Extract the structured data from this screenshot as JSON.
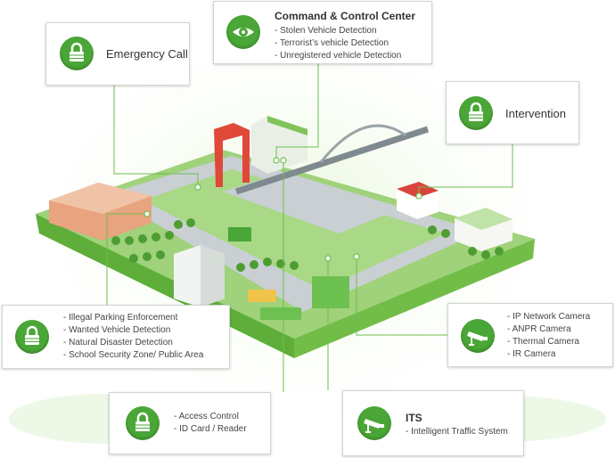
{
  "emergency": {
    "title": "Emergency Call"
  },
  "command": {
    "title": "Command & Control Center",
    "items": [
      "Stolen Vehicle Detection",
      "Terrorist’s vehicle Detection",
      "Unregistered vehicle Detection"
    ]
  },
  "intervention": {
    "title": "Intervention"
  },
  "parking": {
    "items": [
      "Illegal Parking Enforcement",
      "Wanted Vehicle Detection",
      "Natural Disaster Detection",
      "School  Security Zone/ Public Area"
    ]
  },
  "camera": {
    "items": [
      "IP Network Camera",
      "ANPR Camera",
      "Thermal Camera",
      "IR Camera"
    ]
  },
  "access": {
    "items": [
      "Access Control",
      "ID Card / Reader"
    ]
  },
  "its": {
    "title": "ITS",
    "subtitle": "Intelligent Traffic System"
  },
  "colors": {
    "accent": "#4aa636",
    "line": "#6cbf4f",
    "ground": "#8fd06b"
  }
}
